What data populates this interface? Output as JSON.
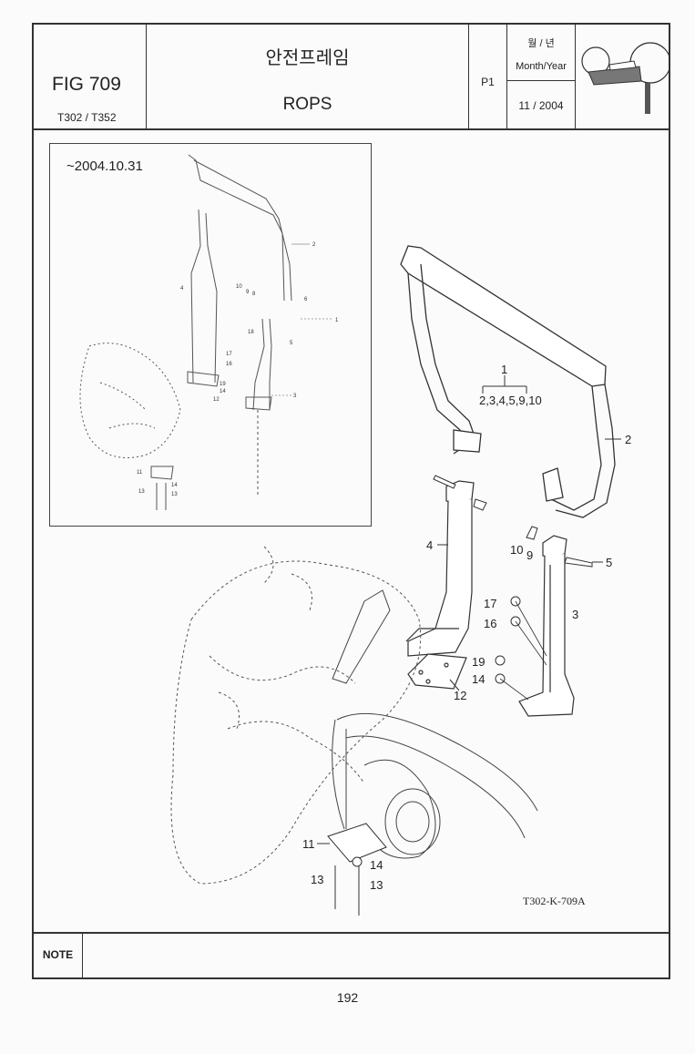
{
  "header": {
    "fig": "FIG 709",
    "models": "T302 / T352",
    "title_ko": "안전프레임",
    "title_en": "ROPS",
    "page_code": "P1",
    "month_year_ko": "월 / 년",
    "month_year_en": "Month/Year",
    "month_year_value": "11 / 2004"
  },
  "inset": {
    "date": "~2004.10.31",
    "labels": [
      "2",
      "4",
      "10",
      "9",
      "8",
      "6",
      "1",
      "18",
      "5",
      "17",
      "16",
      "19",
      "14",
      "12",
      "3",
      "11",
      "14",
      "13",
      "13"
    ]
  },
  "main_labels": {
    "group": "1",
    "group_members": "2,3,4,5,9,10",
    "part2": "2",
    "part4": "4",
    "part10": "10",
    "part9": "9",
    "part5": "5",
    "part17": "17",
    "part16": "16",
    "part3": "3",
    "part19": "19",
    "part14a": "14",
    "part12": "12",
    "part11": "11",
    "part14b": "14",
    "part13a": "13",
    "part13b": "13"
  },
  "drawing_code": "T302-K-709A",
  "note_label": "NOTE",
  "page_number": "192"
}
